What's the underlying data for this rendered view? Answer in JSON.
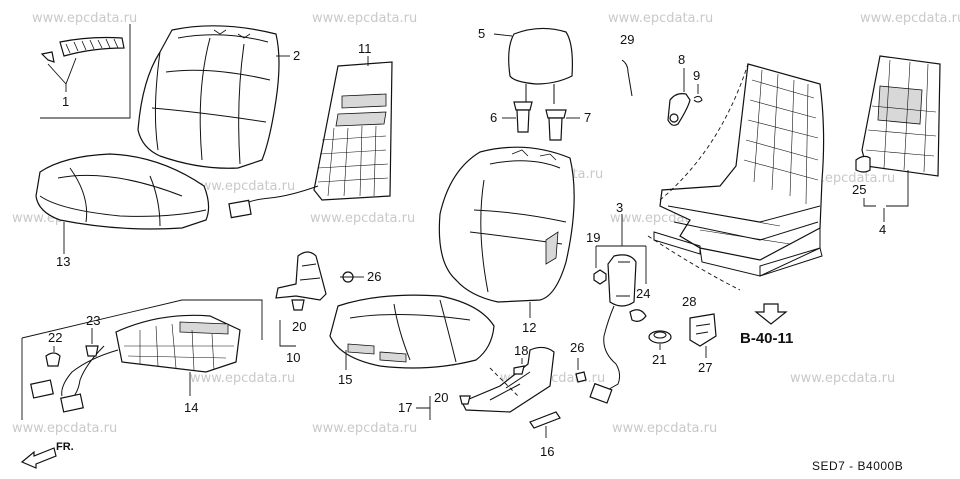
{
  "watermark": "www.epcdata.ru",
  "callouts": {
    "c1": "1",
    "c2": "2",
    "c3": "3",
    "c4": "4",
    "c5": "5",
    "c6": "6",
    "c7": "7",
    "c8": "8",
    "c9": "9",
    "c10": "10",
    "c11": "11",
    "c12": "12",
    "c13": "13",
    "c14": "14",
    "c15": "15",
    "c16": "16",
    "c17": "17",
    "c18": "18",
    "c19": "19",
    "c20a": "20",
    "c20b": "20",
    "c21": "21",
    "c22": "22",
    "c23": "23",
    "c24": "24",
    "c25": "25",
    "c26a": "26",
    "c26b": "26",
    "c27": "27",
    "c28": "28",
    "c29": "29"
  },
  "reference": "B-40-11",
  "direction_label": "FR.",
  "diagram_code": "SED7 - B4000B"
}
